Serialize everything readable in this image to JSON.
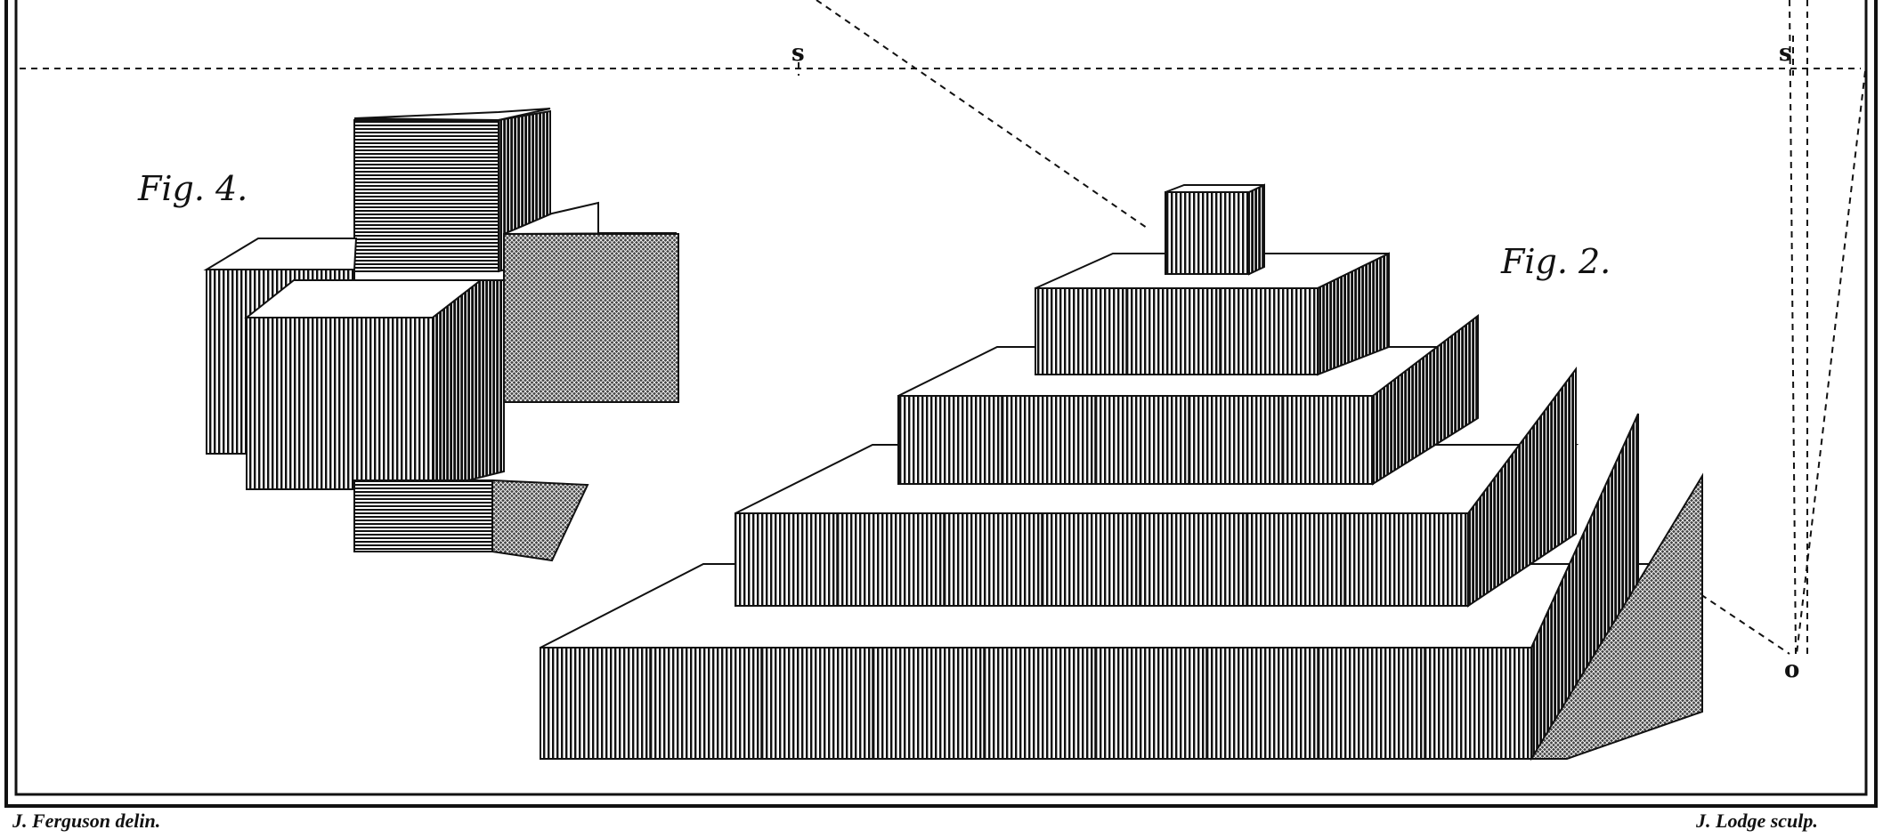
{
  "plate": {
    "figures": [
      {
        "id": "fig4",
        "label": "Fig. 4."
      },
      {
        "id": "fig2",
        "label": "Fig. 2."
      }
    ],
    "points": [
      {
        "id": "s-left",
        "label": "s"
      },
      {
        "id": "s-right",
        "label": "s"
      },
      {
        "id": "o",
        "label": "o"
      }
    ],
    "credits": {
      "draftsman": "J. Ferguson delin.",
      "engraver": "J. Lodge sculp."
    }
  },
  "colors": {
    "ink": "#111111",
    "paper": "#ffffff"
  }
}
